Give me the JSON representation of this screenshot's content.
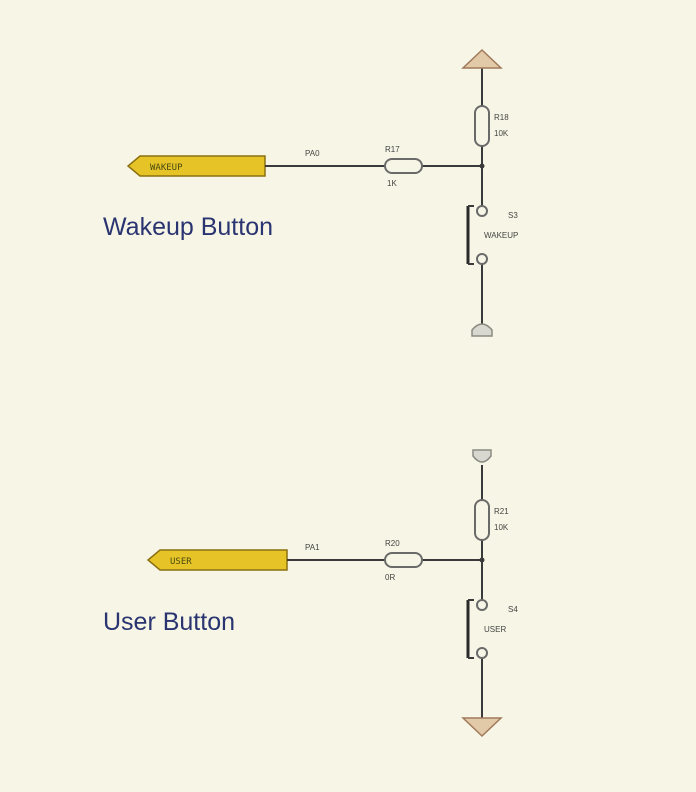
{
  "wakeup": {
    "net_tag": "WAKEUP",
    "wire_label": "PA0",
    "series_resistor": {
      "ref": "R17",
      "value": "1K"
    },
    "pullup_resistor": {
      "ref": "R18",
      "value": "10K"
    },
    "switch": {
      "ref": "S3",
      "value": "WAKEUP"
    },
    "caption": "Wakeup Button"
  },
  "user": {
    "net_tag": "USER",
    "wire_label": "PA1",
    "series_resistor": {
      "ref": "R20",
      "value": "0R"
    },
    "pullup_resistor": {
      "ref": "R21",
      "value": "10K"
    },
    "switch": {
      "ref": "S4",
      "value": "USER"
    },
    "caption": "User Button"
  },
  "colors": {
    "background": "#f7f6e6",
    "net_tag_fill": "#e6c428",
    "caption_text": "#2a3470",
    "ground_fill": "#e2c9a8"
  }
}
